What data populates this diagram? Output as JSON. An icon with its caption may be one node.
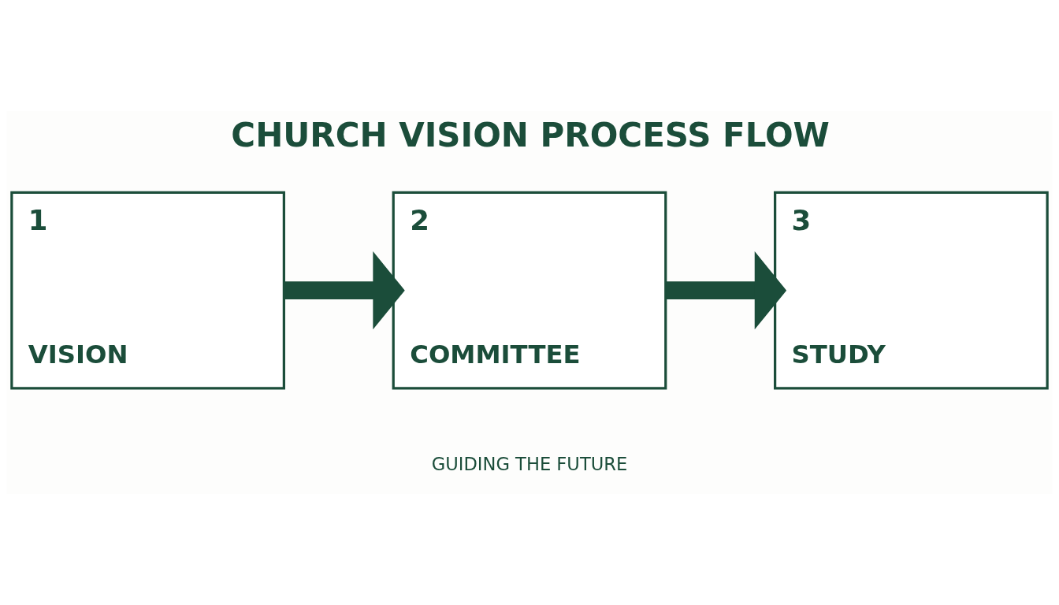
{
  "diagram": {
    "title": "CHURCH VISION PROCESS FLOW",
    "nodes": [
      {
        "text": [
          "1",
          "VISION"
        ]
      },
      {
        "text": [
          "2",
          "COMMITTEE"
        ]
      },
      {
        "text": [
          "3",
          "STUDY"
        ]
      }
    ],
    "edges": [
      {
        "from": 0,
        "to": 1,
        "arrow": "to"
      },
      {
        "from": 1,
        "to": 2,
        "arrow": "to"
      }
    ],
    "labels": [
      "GUIDING THE FUTURE"
    ]
  }
}
